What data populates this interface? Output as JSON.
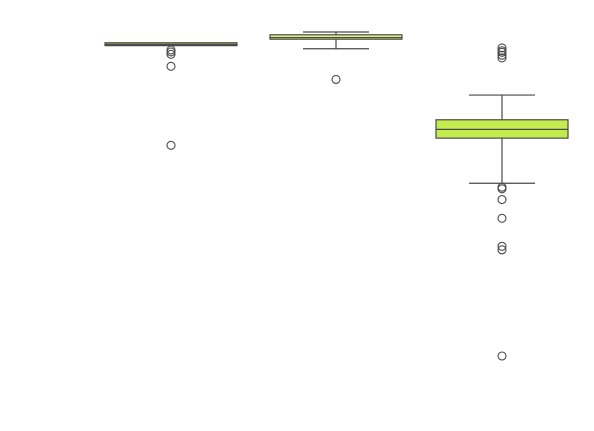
{
  "chart_data": {
    "type": "box",
    "title": "",
    "xlabel": "",
    "ylabel": "",
    "ylim": [
      0,
      100
    ],
    "grid": false,
    "legend": "none",
    "box_fill": "#c5ec4f",
    "box_fill_secondary": "#dff27c",
    "line_color": "#4a4a4a",
    "groups": [
      {
        "q1": 96.6,
        "median": 96.9,
        "q3": 97.3,
        "whisker_low": 96.6,
        "whisker_high": 97.2,
        "outliers": [
          95.5,
          95.0,
          94.4,
          91.4,
          71.6
        ]
      },
      {
        "q1": 98.2,
        "median": 98.6,
        "q3": 99.3,
        "whisker_low": 95.8,
        "whisker_high": 100.0,
        "outliers": [
          88.1
        ]
      },
      {
        "q1": null,
        "median": null,
        "q3": null,
        "whisker_low": null,
        "whisker_high": null,
        "outliers": [
          96.0,
          95.3,
          94.9,
          94.2,
          93.5
        ]
      },
      {
        "q1": 73.4,
        "median": 75.6,
        "q3": 78.0,
        "whisker_low": 62.1,
        "whisker_high": 84.2,
        "outliers": [
          61.1,
          60.7,
          58.0,
          53.3,
          46.3,
          45.4,
          18.8
        ]
      }
    ]
  }
}
